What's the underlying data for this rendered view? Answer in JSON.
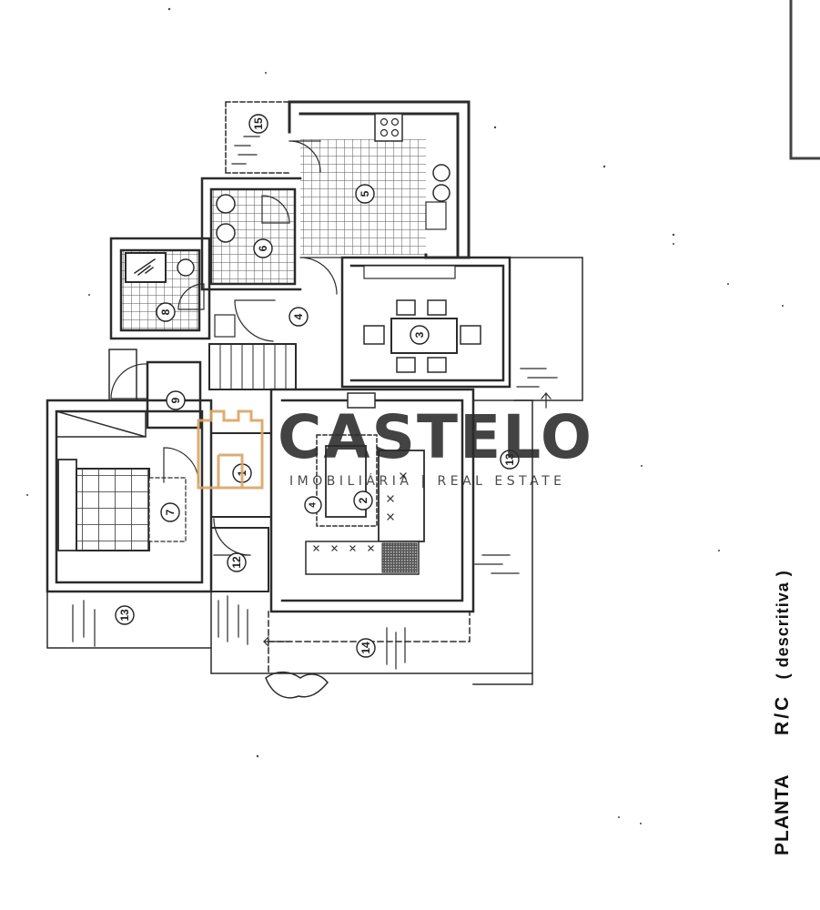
{
  "title": {
    "word1": "PLANTA",
    "word2": "R/C",
    "word3": "( descritiva )"
  },
  "watermark": {
    "brand": "CASTELO",
    "subtitle": "IMOBILIÁRIA | REAL ESTATE",
    "accent_color": "#d9a566",
    "text_color": "#2a2a2a"
  },
  "rooms": [
    {
      "label": "1"
    },
    {
      "label": "2"
    },
    {
      "label": "3"
    },
    {
      "label": "4"
    },
    {
      "label": "5"
    },
    {
      "label": "6"
    },
    {
      "label": "7"
    },
    {
      "label": "8"
    },
    {
      "label": "9"
    },
    {
      "label": "12"
    },
    {
      "label": "13"
    },
    {
      "label": "13"
    },
    {
      "label": "14"
    },
    {
      "label": "15"
    },
    {
      "label": "4"
    }
  ]
}
